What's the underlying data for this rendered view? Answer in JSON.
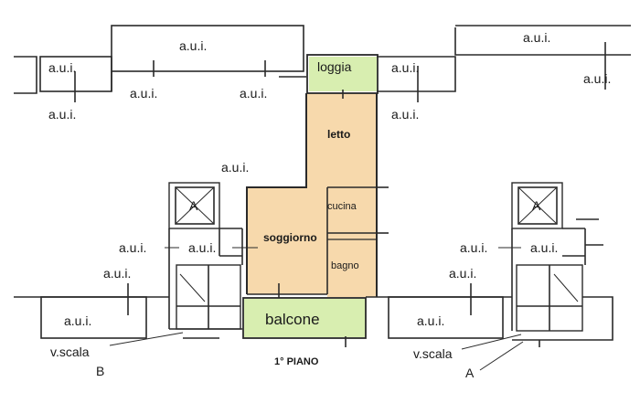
{
  "floor_label": "1° PIANO",
  "aui_label": "a.u.i.",
  "rooms": {
    "loggia": "loggia",
    "letto": "letto",
    "cucina": "cucina",
    "soggiorno": "soggiorno",
    "bagno": "bagno",
    "balcone": "balcone"
  },
  "stairwell_label": "v.scala",
  "section_labels": {
    "left": "B",
    "right": "A"
  },
  "lift_label": "A",
  "colors": {
    "apartment_fill": "#f7d9ac",
    "outdoor_fill": "#d8eeb0",
    "wall_stroke": "#2a2a2a",
    "background": "#ffffff"
  }
}
